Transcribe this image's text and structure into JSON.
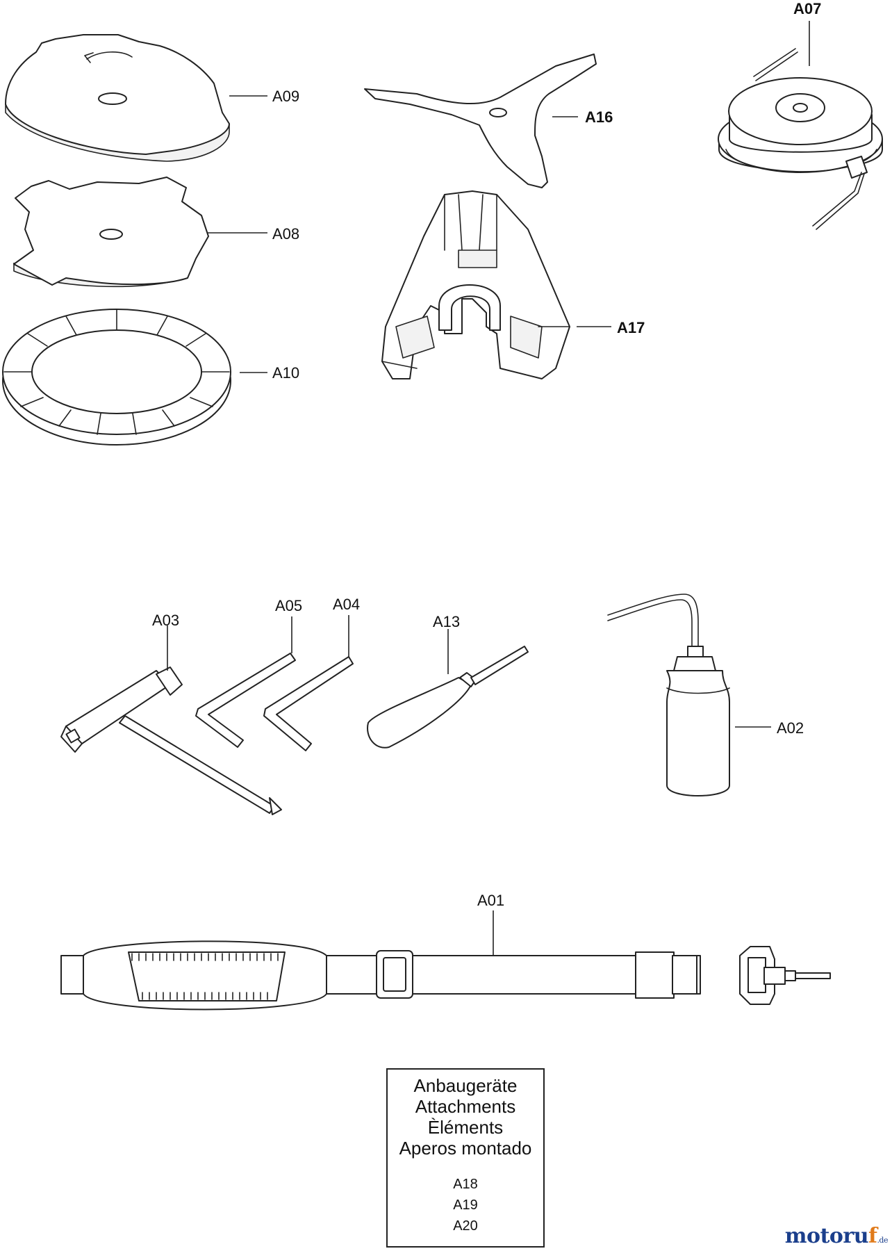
{
  "labels": {
    "a09": "A09",
    "a08": "A08",
    "a10": "A10",
    "a16": "A16",
    "a17": "A17",
    "a07": "A07",
    "a03": "A03",
    "a05": "A05",
    "a04": "A04",
    "a13": "A13",
    "a02": "A02",
    "a01": "A01"
  },
  "title_box": {
    "lines": [
      "Anbaugeräte",
      "Attachments",
      "Èléments",
      "Aperos montado"
    ],
    "codes": [
      "A18",
      "A19",
      "A20"
    ]
  },
  "watermark": {
    "main": "motoru",
    "accent": "f",
    "suffix": ".de"
  }
}
